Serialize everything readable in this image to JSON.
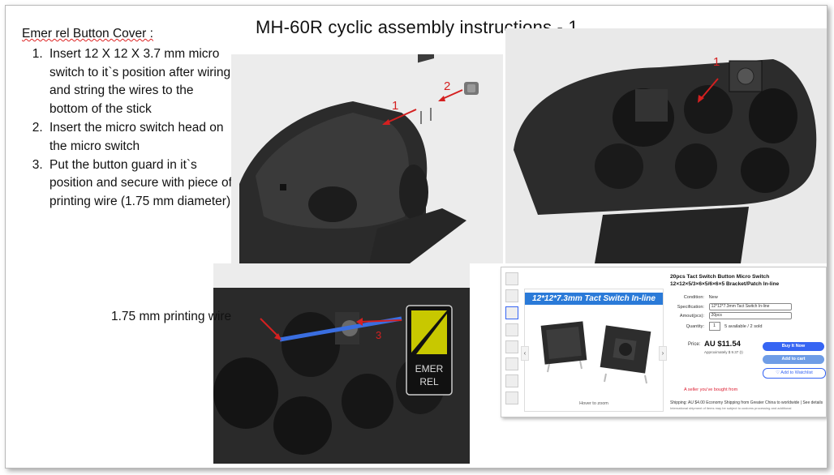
{
  "slide": {
    "title": "MH-60R cyclic assembly instructions - 1",
    "intro_heading": "Emer rel Button Cover :",
    "steps": [
      "Insert 12 X 12 X 3.7  mm micro switch to it`s position after wiring and string the wires to the bottom of the stick",
      "Insert the micro switch head on the micro switch",
      "Put the  button guard in it`s position and secure with piece of printing wire (1.75 mm diameter)"
    ],
    "annotations": {
      "panel1_label_1": "1",
      "panel1_label_2": "2",
      "panel2_label_1": "1",
      "panel3_label_3": "3",
      "wire_label": "1.75 mm printing wire",
      "guard_text_line1": "EMER",
      "guard_text_line2": "REL"
    },
    "colors": {
      "arrow_red": "#d42020",
      "wire_blue": "#3a6ee0",
      "guard_yellow": "#c8c800"
    }
  },
  "ebay": {
    "banner": "12*12*7.3mm Tact Switch In-line",
    "hover_text": "Hover to zoom",
    "product_title": "20pcs Tact Switch Button Micro Switch 12×12×5/3×6×5/6×6×5 Bracket/Patch In-line",
    "condition_label": "Condition:",
    "condition_value": "New",
    "spec_label": "Specification:",
    "spec_value": "12*12*7.3mm Tact Switch In-line",
    "amount_label": "Amout(pcs):",
    "amount_value": "20pcs",
    "quantity_label": "Quantity:",
    "quantity_value": "1",
    "available": "5 available / 2 sold",
    "price_label": "Price:",
    "price": "AU $11.54",
    "approx": "Approximately $ 9.37 (I)",
    "buy_label": "Buy It Now",
    "cart_label": "Add to cart",
    "watch_label": "♡ Add to Watchlist",
    "seller_note": "A seller you've bought from",
    "shipping_label": "Shipping:",
    "shipping_text": "AU $4.00 Economy Shipping from Greater China to worldwide | See details",
    "shipping_note": "International shipment of items may be subject to customs processing and additional"
  }
}
